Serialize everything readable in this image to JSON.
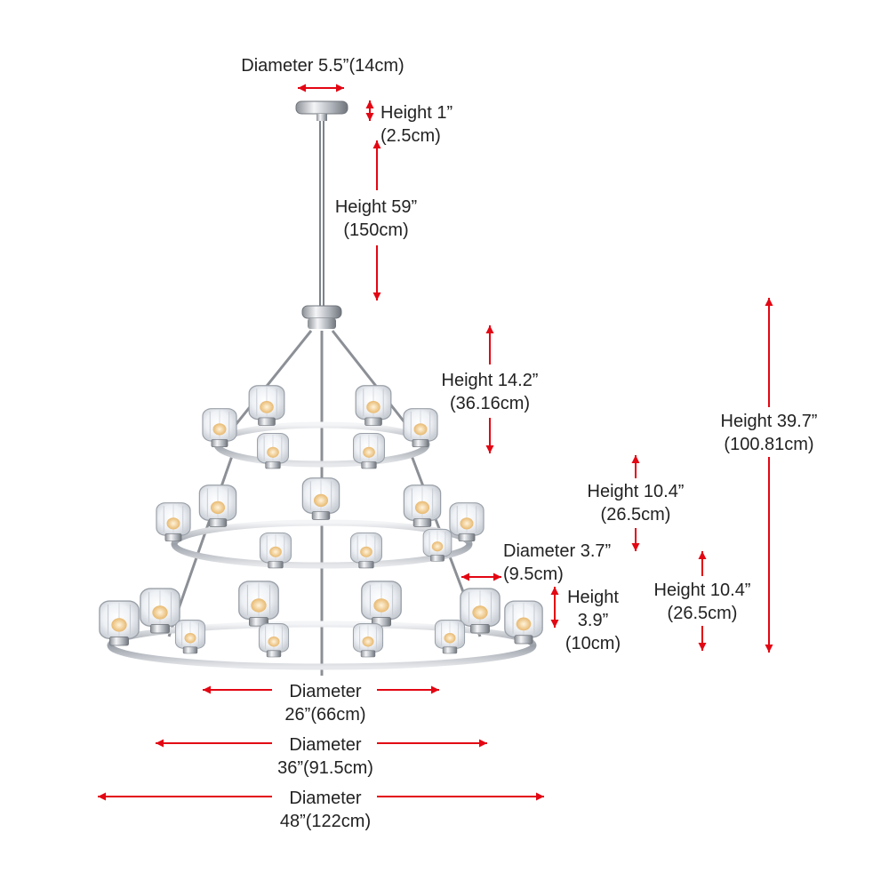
{
  "colors": {
    "arrow": "#e30613",
    "text": "#222222",
    "chrome": "#8c9096",
    "chrome_light": "#e4e6ea",
    "glass": "#eef1f5",
    "glass_edge": "#9aa0a8",
    "bulb": "#f3d9a8"
  },
  "icons": [
    "double-headed-arrow",
    "chandelier-product-image"
  ],
  "labels": {
    "canopy_diameter": "Diameter 5.5”(14cm)",
    "canopy_height_1": "Height 1”",
    "canopy_height_2": "(2.5cm)",
    "chain_height_1": "Height 59”",
    "chain_height_2": "(150cm)",
    "top_tier_height_1": "Height 14.2”",
    "top_tier_height_2": "(36.16cm)",
    "total_height_1": "Height 39.7”",
    "total_height_2": "(100.81cm)",
    "mid_tier_height_1": "Height 10.4”",
    "mid_tier_height_2": "(26.5cm)",
    "shade_diameter_1": "Diameter 3.7”",
    "shade_diameter_2": "(9.5cm)",
    "shade_height_1": "Height",
    "shade_height_2": "3.9”",
    "shade_height_3": "(10cm)",
    "bottom_tier_height_1": "Height 10.4”",
    "bottom_tier_height_2": "(26.5cm)",
    "diameter_small_1": "Diameter",
    "diameter_small_2": "26”(66cm)",
    "diameter_mid_1": "Diameter",
    "diameter_mid_2": "36”(91.5cm)",
    "diameter_large_1": "Diameter",
    "diameter_large_2": "48”(122cm)"
  }
}
